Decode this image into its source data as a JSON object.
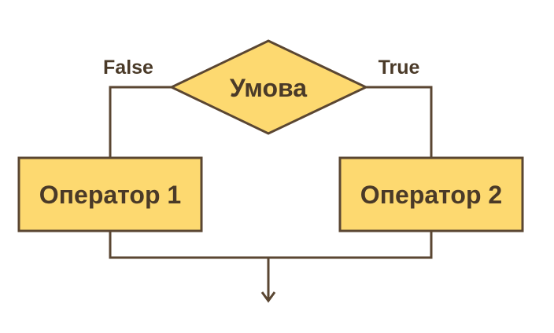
{
  "diagram": {
    "decision": {
      "text": "Умова"
    },
    "branches": {
      "false_label": "False",
      "true_label": "True"
    },
    "operator_left": {
      "text": "Оператор 1"
    },
    "operator_right": {
      "text": "Оператор 2"
    }
  },
  "colors": {
    "line": "#5a4632",
    "fill": "#fdd970",
    "text": "#4a3a28"
  }
}
